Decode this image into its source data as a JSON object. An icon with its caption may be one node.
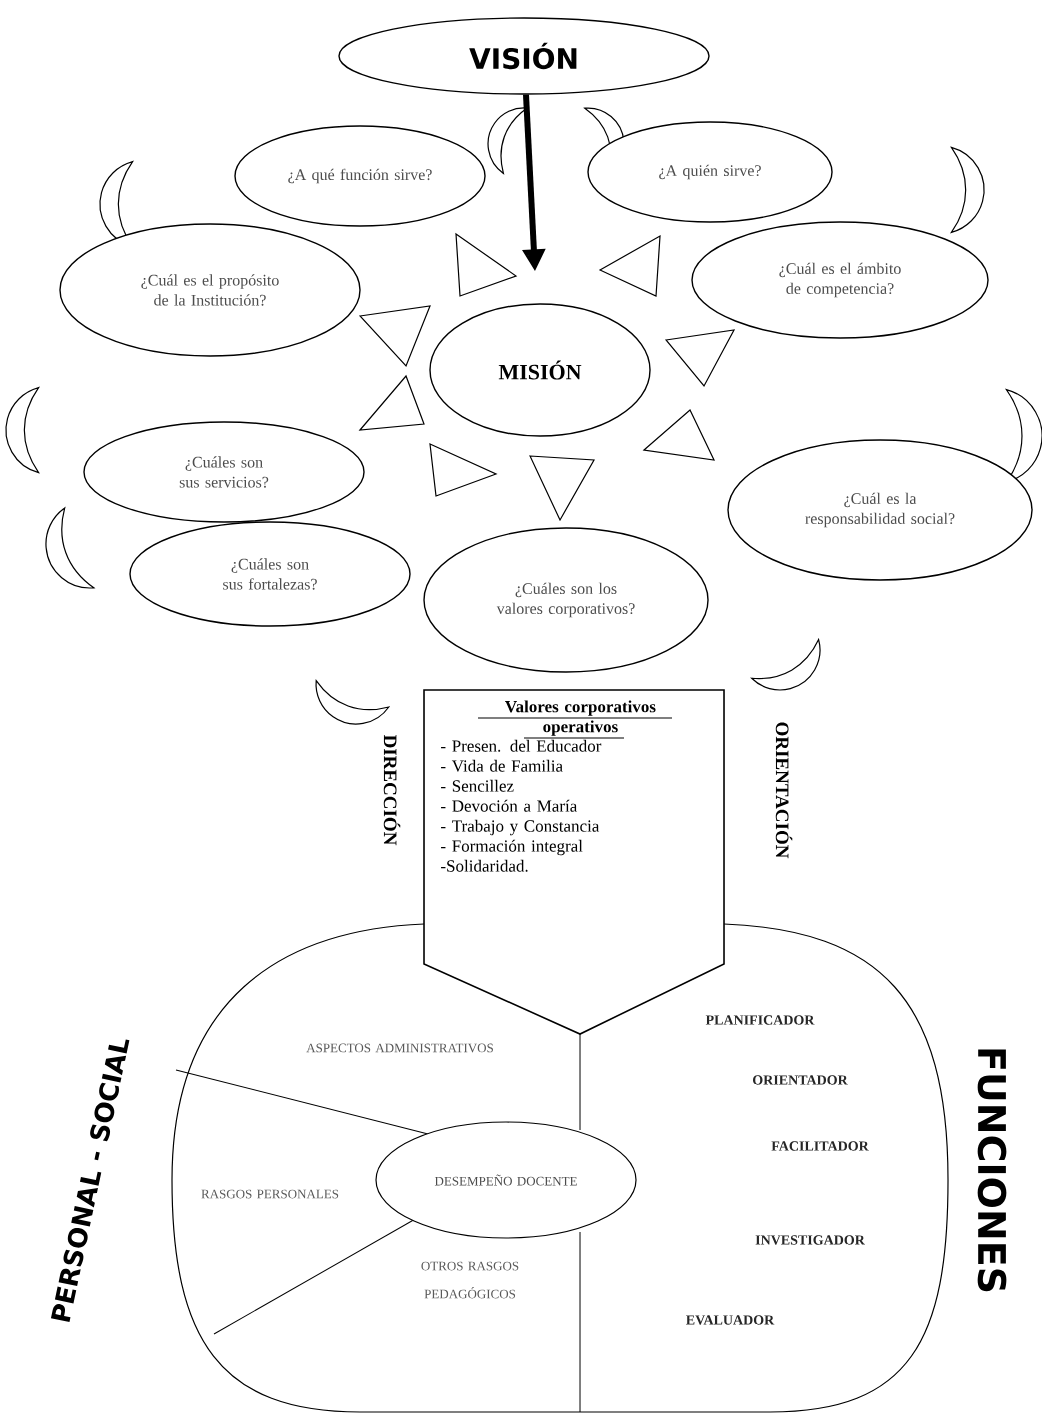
{
  "diagram": {
    "nodes": [
      {
        "text": [
          "VISIÓN"
        ]
      },
      {
        "text": [
          "¿A qué función sirve?"
        ]
      },
      {
        "text": [
          "¿A quién sirve?"
        ]
      },
      {
        "text": [
          "¿Cuál es el propósito de la Institución?"
        ]
      },
      {
        "text": [
          "¿Cuál es el ámbito de competencia?"
        ]
      },
      {
        "text": [
          "MISIÓN"
        ]
      },
      {
        "text": [
          "¿Cuáles son sus servicios?"
        ]
      },
      {
        "text": [
          "¿Cuál es la responsabilidad social?"
        ]
      },
      {
        "text": [
          "¿Cuáles son sus fortalezas?"
        ]
      },
      {
        "text": [
          "¿Cuáles son los valores corporativos?"
        ]
      },
      {
        "text": [
          "Valores corporativos operativos",
          "- Presen. del Educador",
          "- Vida de Familia",
          "- Sencillez",
          "- Devoción a María",
          "- Trabajo y Constancia",
          "- Formación integral",
          "-Solidaridad."
        ]
      },
      {
        "text": [
          "DESEMPEÑO DOCENTE"
        ]
      }
    ],
    "edges": [
      {
        "from": 0,
        "to": 5,
        "arrow": "to"
      }
    ],
    "labels": [
      "DIRECCIÓN",
      "ORIENTACIÓN",
      "ASPECTOS ADMINISTRATIVOS",
      "PLANIFICADOR",
      "ORIENTADOR",
      "RASGOS PERSONALES",
      "FACILITADOR",
      "INVESTIGADOR",
      "OTROS RASGOS PEDAGÓGICOS",
      "EVALUADOR",
      "PERSONAL - SOCIAL",
      "FUNCIONES"
    ]
  }
}
